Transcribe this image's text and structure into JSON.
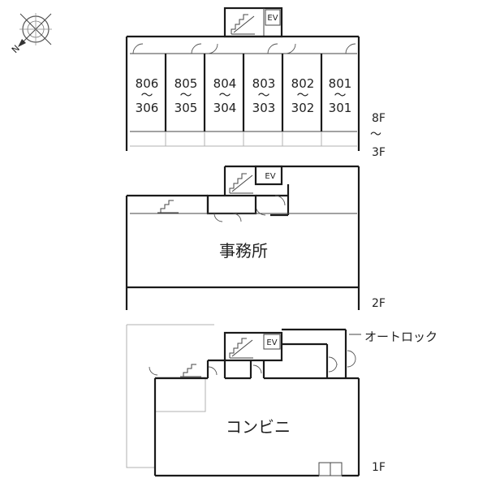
{
  "floors": {
    "upper": {
      "label_top": "8F",
      "label_mid": "〜",
      "label_bottom": "3F",
      "units": [
        {
          "top": "806",
          "tilde": "〜",
          "bottom": "306"
        },
        {
          "top": "805",
          "tilde": "〜",
          "bottom": "305"
        },
        {
          "top": "804",
          "tilde": "〜",
          "bottom": "304"
        },
        {
          "top": "803",
          "tilde": "〜",
          "bottom": "303"
        },
        {
          "top": "802",
          "tilde": "〜",
          "bottom": "302"
        },
        {
          "top": "801",
          "tilde": "〜",
          "bottom": "301"
        }
      ],
      "elevator": "EV"
    },
    "second": {
      "label": "2F",
      "room": "事務所",
      "elevator": "EV"
    },
    "first": {
      "label": "1F",
      "room": "コンビニ",
      "elevator": "EV",
      "autolock": "オートロック"
    }
  },
  "compass": {
    "icon": "compass-icon",
    "north_letter": "N"
  }
}
